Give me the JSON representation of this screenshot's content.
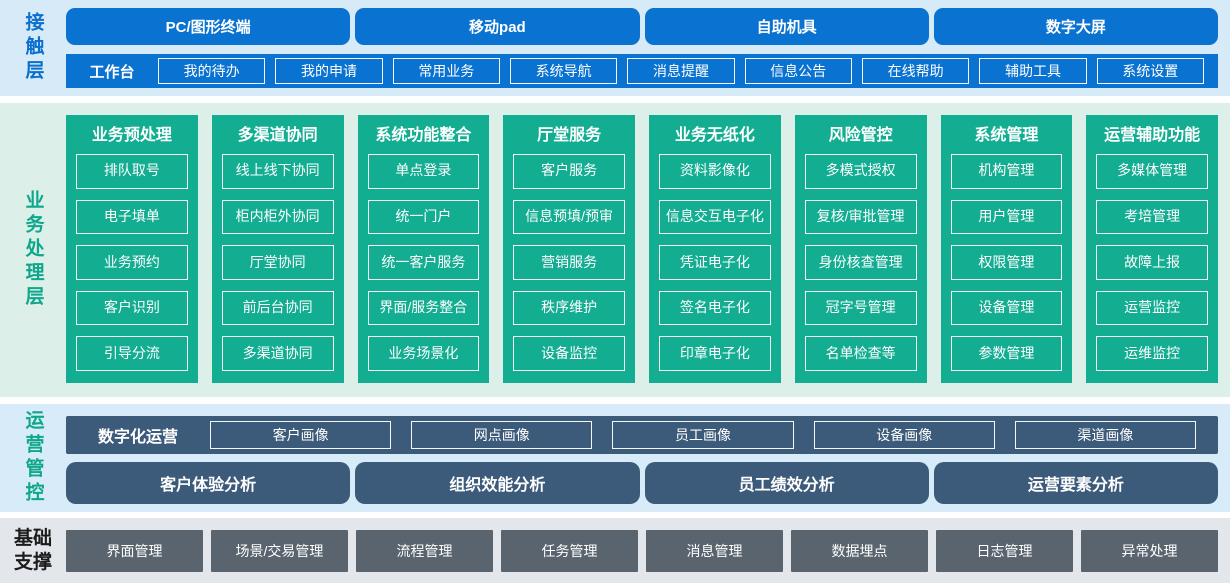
{
  "colors": {
    "primary_blue": "#0a72d0",
    "teal_green": "#13ad92",
    "slate_blue": "#3c5a7a",
    "slate_gray": "#5a646e",
    "band_light_blue": "#d7eaf7",
    "band_light_green": "#ddefe9",
    "band_gray": "#e3e6ea",
    "label_blue": "#0a6fce",
    "label_green": "#0fa78b"
  },
  "contact_layer": {
    "label": "接触层",
    "terminals": [
      "PC/图形终端",
      "移动pad",
      "自助机具",
      "数字大屏"
    ],
    "workbench": {
      "label": "工作台",
      "items": [
        "我的待办",
        "我的申请",
        "常用业务",
        "系统导航",
        "消息提醒",
        "信息公告",
        "在线帮助",
        "辅助工具",
        "系统设置"
      ]
    }
  },
  "business_layer": {
    "label": "业务处理层",
    "columns": [
      {
        "title": "业务预处理",
        "items": [
          "排队取号",
          "电子填单",
          "业务预约",
          "客户识别",
          "引导分流"
        ]
      },
      {
        "title": "多渠道协同",
        "items": [
          "线上线下协同",
          "柜内柜外协同",
          "厅堂协同",
          "前后台协同",
          "多渠道协同"
        ]
      },
      {
        "title": "系统功能整合",
        "items": [
          "单点登录",
          "统一门户",
          "统一客户服务",
          "界面/服务整合",
          "业务场景化"
        ]
      },
      {
        "title": "厅堂服务",
        "items": [
          "客户服务",
          "信息预填/预审",
          "营销服务",
          "秩序维护",
          "设备监控"
        ]
      },
      {
        "title": "业务无纸化",
        "items": [
          "资料影像化",
          "信息交互电子化",
          "凭证电子化",
          "签名电子化",
          "印章电子化"
        ]
      },
      {
        "title": "风险管控",
        "items": [
          "多模式授权",
          "复核/审批管理",
          "身份核查管理",
          "冠字号管理",
          "名单检查等"
        ]
      },
      {
        "title": "系统管理",
        "items": [
          "机构管理",
          "用户管理",
          "权限管理",
          "设备管理",
          "参数管理"
        ]
      },
      {
        "title": "运营辅助功能",
        "items": [
          "多媒体管理",
          "考培管理",
          "故障上报",
          "运营监控",
          "运维监控"
        ]
      }
    ]
  },
  "operations_layer": {
    "label": "运营管控",
    "digital_ops": {
      "label": "数字化运营",
      "items": [
        "客户画像",
        "网点画像",
        "员工画像",
        "设备画像",
        "渠道画像"
      ]
    },
    "analysis": [
      "客户体验分析",
      "组织效能分析",
      "员工绩效分析",
      "运营要素分析"
    ]
  },
  "foundation_layer": {
    "label": "基础支撑",
    "items": [
      "界面管理",
      "场景/交易管理",
      "流程管理",
      "任务管理",
      "消息管理",
      "数据埋点",
      "日志管理",
      "异常处理"
    ]
  }
}
